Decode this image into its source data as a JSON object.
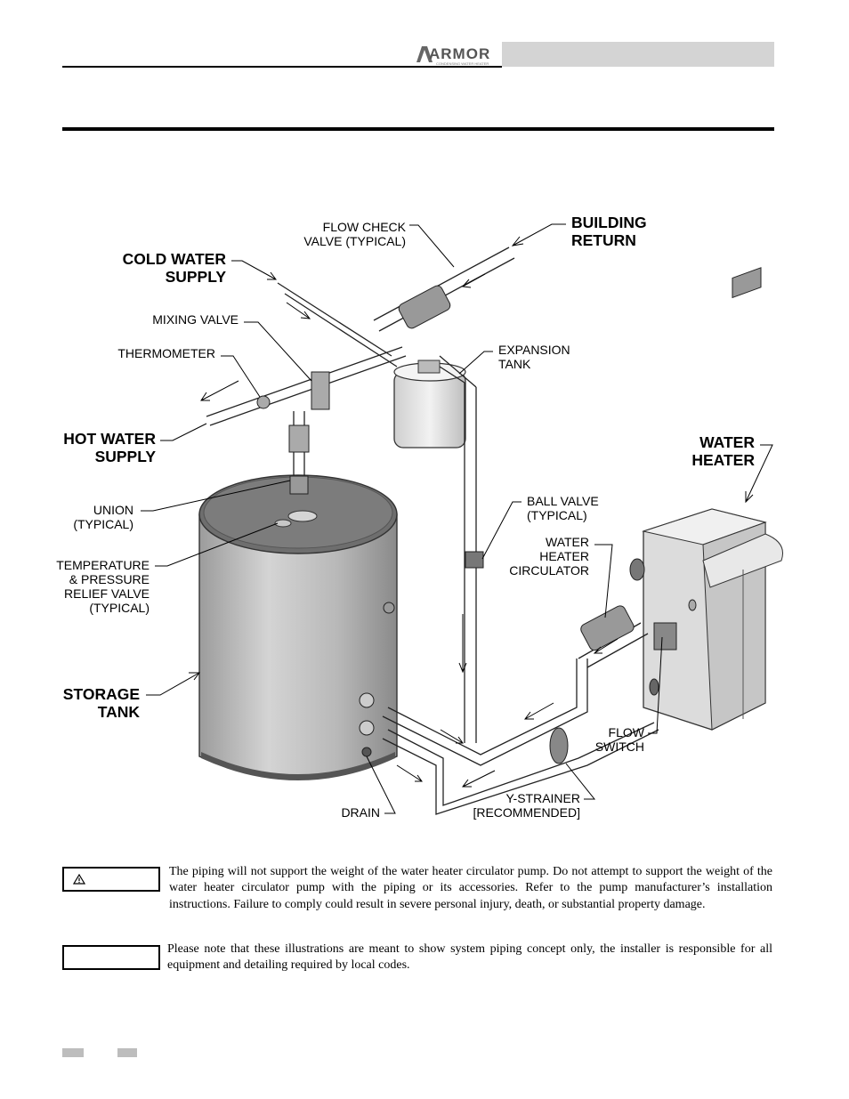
{
  "header": {
    "brand_logo": "ARMOR",
    "brand_tagline": "CONDENSING WATER HEATER"
  },
  "diagram_labels": {
    "flow_check_valve": [
      "FLOW CHECK",
      "VALVE (TYPICAL)"
    ],
    "building_return": [
      "BUILDING",
      "RETURN"
    ],
    "cold_water_supply": [
      "COLD WATER",
      "SUPPLY"
    ],
    "mixing_valve": "MIXING VALVE",
    "thermometer": "THERMOMETER",
    "expansion_tank": [
      "EXPANSION",
      "TANK"
    ],
    "hot_water_supply": [
      "HOT WATER",
      "SUPPLY"
    ],
    "water_heater": [
      "WATER",
      "HEATER"
    ],
    "union": [
      "UNION",
      "(TYPICAL)"
    ],
    "ball_valve": [
      "BALL VALVE",
      "(TYPICAL)"
    ],
    "water_heater_circulator": [
      "WATER",
      "HEATER",
      "CIRCULATOR"
    ],
    "tp_relief_valve": [
      "TEMPERATURE",
      "& PRESSURE",
      "RELIEF VALVE",
      "(TYPICAL)"
    ],
    "storage_tank": [
      "STORAGE",
      "TANK"
    ],
    "flow_switch": [
      "FLOW",
      "SWITCH"
    ],
    "drain": "DRAIN",
    "y_strainer": [
      "Y-STRAINER",
      "[RECOMMENDED]"
    ]
  },
  "notices": [
    {
      "icon": "warning-triangle-icon",
      "text": "The piping will not support the weight of the water heater circulator pump.  Do not attempt to support the weight of the water heater circulator pump with the piping or its accessories.  Refer to the pump manufacturer’s installation instructions.  Failure to comply could result in severe personal injury, death, or substantial property damage."
    },
    {
      "icon": "",
      "text": "Please note that these illustrations are meant to show system piping concept only, the installer is responsible for all equipment and detailing required by local codes."
    }
  ]
}
